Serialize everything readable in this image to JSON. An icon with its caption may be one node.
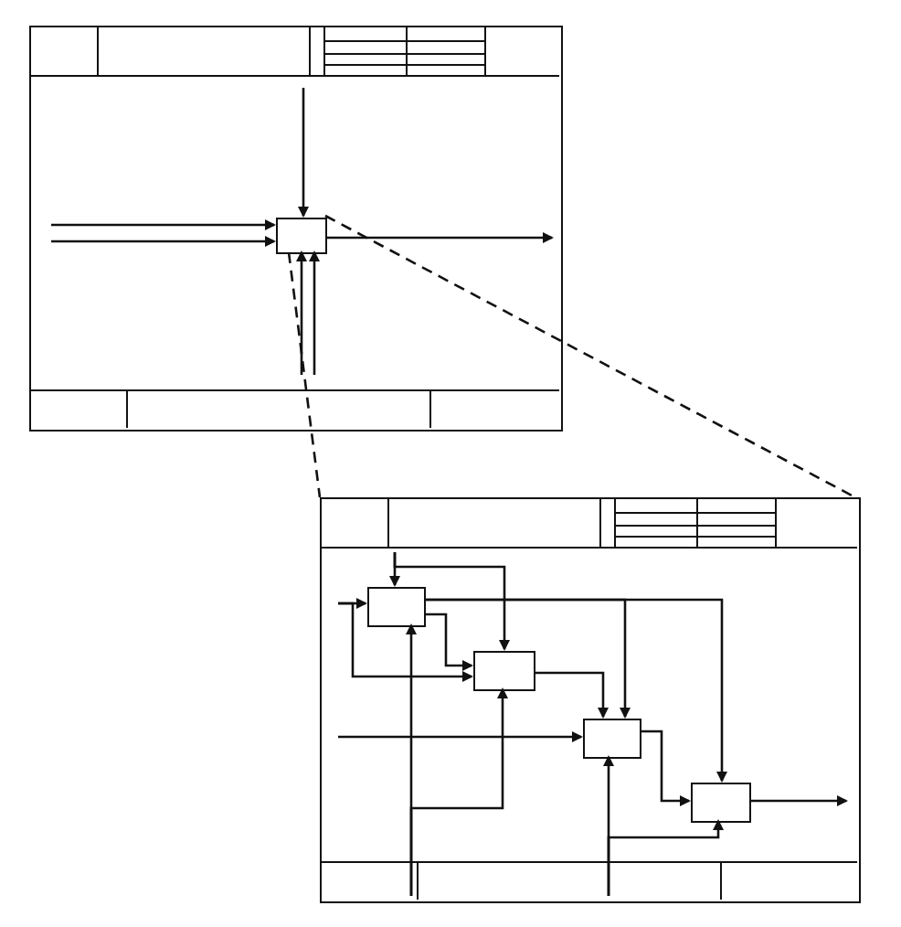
{
  "diagram": {
    "nodes": [
      {
        "text": [],
        "shape": "box"
      },
      {
        "text": [],
        "shape": "box",
        "in": 0
      },
      {
        "text": [],
        "shape": "box"
      },
      {
        "text": [],
        "shape": "box",
        "in": 2
      },
      {
        "text": [],
        "shape": "box",
        "in": 2
      },
      {
        "text": [],
        "shape": "box",
        "in": 2
      },
      {
        "text": [],
        "shape": "box",
        "in": 2
      }
    ],
    "edges": [
      {
        "from": null,
        "to": 1,
        "arrow": "to"
      },
      {
        "from": null,
        "to": 1,
        "arrow": "to"
      },
      {
        "from": null,
        "to": 1,
        "arrow": "to"
      },
      {
        "from": 1,
        "to": null,
        "arrow": "to"
      },
      {
        "from": null,
        "to": 1,
        "arrow": "to"
      },
      {
        "from": null,
        "to": 1,
        "arrow": "to"
      },
      {
        "from": 1,
        "to": 2,
        "arrow": "none",
        "style": "dashed"
      },
      {
        "from": 1,
        "to": 2,
        "arrow": "none",
        "style": "dashed"
      },
      {
        "from": null,
        "to": 3,
        "arrow": "to"
      },
      {
        "from": null,
        "to": 4,
        "arrow": "to"
      },
      {
        "from": null,
        "to": 3,
        "arrow": "to"
      },
      {
        "from": null,
        "to": 4,
        "arrow": "to"
      },
      {
        "from": 3,
        "to": 4,
        "arrow": "to"
      },
      {
        "from": 3,
        "to": 5,
        "arrow": "to"
      },
      {
        "from": 3,
        "to": 6,
        "arrow": "to"
      },
      {
        "from": 4,
        "to": 5,
        "arrow": "to"
      },
      {
        "from": null,
        "to": 5,
        "arrow": "to"
      },
      {
        "from": 5,
        "to": 6,
        "arrow": "to"
      },
      {
        "from": 6,
        "to": null,
        "arrow": "to"
      },
      {
        "from": null,
        "to": 3,
        "arrow": "to"
      },
      {
        "from": null,
        "to": 4,
        "arrow": "to"
      },
      {
        "from": null,
        "to": 5,
        "arrow": "to"
      },
      {
        "from": null,
        "to": 6,
        "arrow": "to"
      }
    ]
  }
}
